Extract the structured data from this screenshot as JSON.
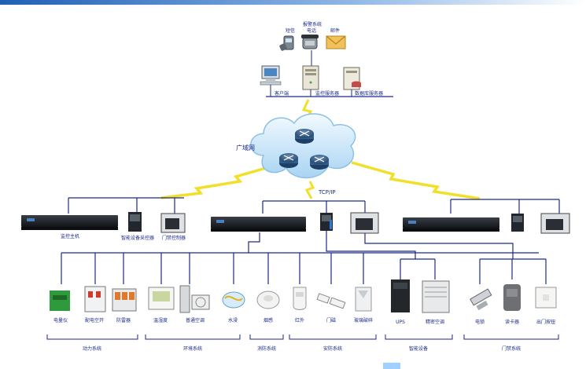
{
  "alarm": {
    "title": "报警系统",
    "sms": "短信",
    "phone": "电话",
    "email": "邮件"
  },
  "servers": {
    "client": "客户端",
    "monitor_server": "监控服务器",
    "db_server": "数据库服务器"
  },
  "network": {
    "wan": "广域网",
    "protocol": "TCP/IP"
  },
  "devices": {
    "host": "监控主机",
    "smart_collector": "智能设备采控器",
    "door_controller": "门禁控制器"
  },
  "sensors": {
    "meter": "电量仪",
    "switch": "配电空开",
    "lightning": "防雷器",
    "temp_humidity": "温湿度",
    "ac": "普通空调",
    "water_leak": "水浸",
    "smoke": "烟感",
    "infrared": "红外",
    "door_magnet": "门磁",
    "glass_break": "玻璃破碎",
    "ups": "UPS",
    "precision_ac": "精密空调",
    "lock": "电锁",
    "card_reader": "读卡器",
    "exit_button": "出门按钮"
  },
  "groups": {
    "power": "动力系统",
    "environment": "环境系统",
    "fire": "消防系统",
    "security": "安防系统",
    "smart": "智能设备",
    "access": "门禁系统"
  },
  "colors": {
    "line": "#1b2a8a",
    "lightning": "#f2df2a",
    "cloud_top": "#eaf6ff",
    "cloud_bottom": "#b7dbf5",
    "router": "#2f5d8c"
  }
}
